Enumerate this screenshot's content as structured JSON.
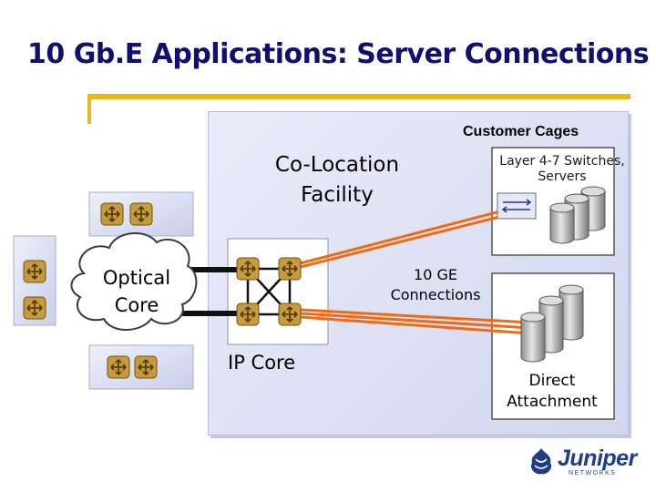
{
  "title": "10 Gb.E Applications: Server Connections",
  "labels": {
    "customer_cages": "Customer Cages",
    "colocation_line1": "Co-Location",
    "colocation_line2": "Facility",
    "layer47_line1": "Layer 4-7 Switches,",
    "layer47_line2": "Servers",
    "optical_line1": "Optical",
    "optical_line2": "Core",
    "tenge_line1": "10 GE",
    "tenge_line2": "Connections",
    "ip_core": "IP Core",
    "direct_line1": "Direct",
    "direct_line2": "Attachment"
  },
  "logo": {
    "name": "Juniper",
    "subtitle": "NETWORKS"
  },
  "colors": {
    "title": "#10106e",
    "accent_rule": "#e8b71a",
    "connection_orange": "#f06a12",
    "router_fill": "#c79a3a",
    "logo_blue": "#1e3e8a"
  }
}
